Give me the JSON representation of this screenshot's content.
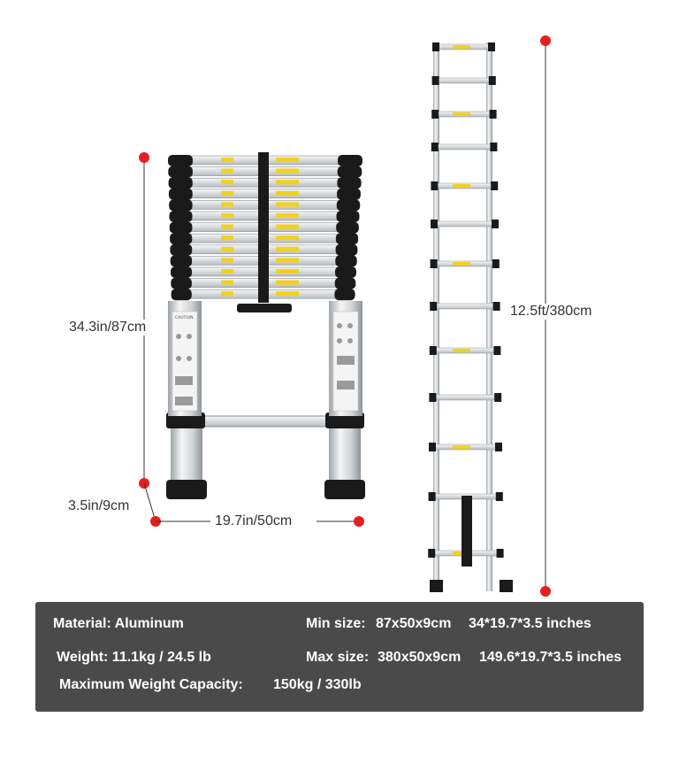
{
  "dimensions": {
    "folded_height": "34.3in/87cm",
    "base_depth": "3.5in/9cm",
    "width": "19.7in/50cm",
    "extended_height": "12.5ft/380cm"
  },
  "ladder_label": {
    "caution": "CAUTION"
  },
  "specs": {
    "material": "Material: Aluminum",
    "weight": "Weight: 11.1kg / 24.5 lb",
    "capacity_label": "Maximum Weight Capacity:",
    "capacity_value": "150kg  / 330lb",
    "min_size_label": "Min size:",
    "min_size_metric": "87x50x9cm",
    "min_size_imperial": "34*19.7*3.5 inches",
    "max_size_label": "Max size:",
    "max_size_metric": "380x50x9cm",
    "max_size_imperial": "149.6*19.7*3.5 inches"
  },
  "colors": {
    "marker": "#e32020",
    "panel": "#4a4a4a",
    "aluminum": "#d9dcdf",
    "rubber": "#1a1a1a",
    "warning_label": "#f2d21b"
  }
}
